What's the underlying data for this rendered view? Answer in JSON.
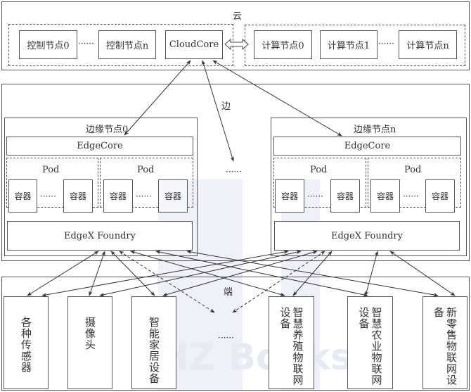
{
  "cloud": {
    "title": "云",
    "control_nodes": [
      "控制节点0",
      "控制节点n"
    ],
    "control_ellipsis": "······",
    "cloudcore": "CloudCore",
    "compute_nodes": [
      "计算节点0",
      "计算节点1",
      "计算节点n"
    ],
    "compute_ellipsis": "······"
  },
  "edge": {
    "title": "边",
    "middle_ellipsis": "······",
    "nodes": [
      {
        "title": "边缘节点0",
        "edgecore": "EdgeCore",
        "pods": [
          {
            "label": "Pod",
            "containers": [
              "容器",
              "容器"
            ],
            "ellipsis": "······"
          },
          {
            "label": "Pod",
            "containers": [
              "容器",
              "容器"
            ],
            "ellipsis": "······"
          }
        ],
        "edgex": "EdgeX Foundry"
      },
      {
        "title": "边缘节点n",
        "edgecore": "EdgeCore",
        "pods": [
          {
            "label": "Pod",
            "containers": [
              "容器",
              "容器"
            ],
            "ellipsis": "······"
          },
          {
            "label": "Pod",
            "containers": [
              "容器",
              "容器"
            ],
            "ellipsis": "······"
          }
        ],
        "edgex": "EdgeX Foundry"
      }
    ]
  },
  "device": {
    "title": "端",
    "middle_ellipsis": "······",
    "items": [
      {
        "line1": "各种传感器",
        "line2": ""
      },
      {
        "line1": "摄像头",
        "line2": ""
      },
      {
        "line1": "智能家居设备",
        "line2": ""
      },
      {
        "line1": "智慧养殖物联网",
        "line2": "设备"
      },
      {
        "line1": "智慧农业物联网",
        "line2": "设备"
      },
      {
        "line1": "新零售物联网",
        "line2": "设备"
      }
    ]
  },
  "watermark": "HZ Books",
  "colors": {
    "line": "#555555",
    "watermark": "#e6ebf3",
    "background": "#ffffff"
  }
}
